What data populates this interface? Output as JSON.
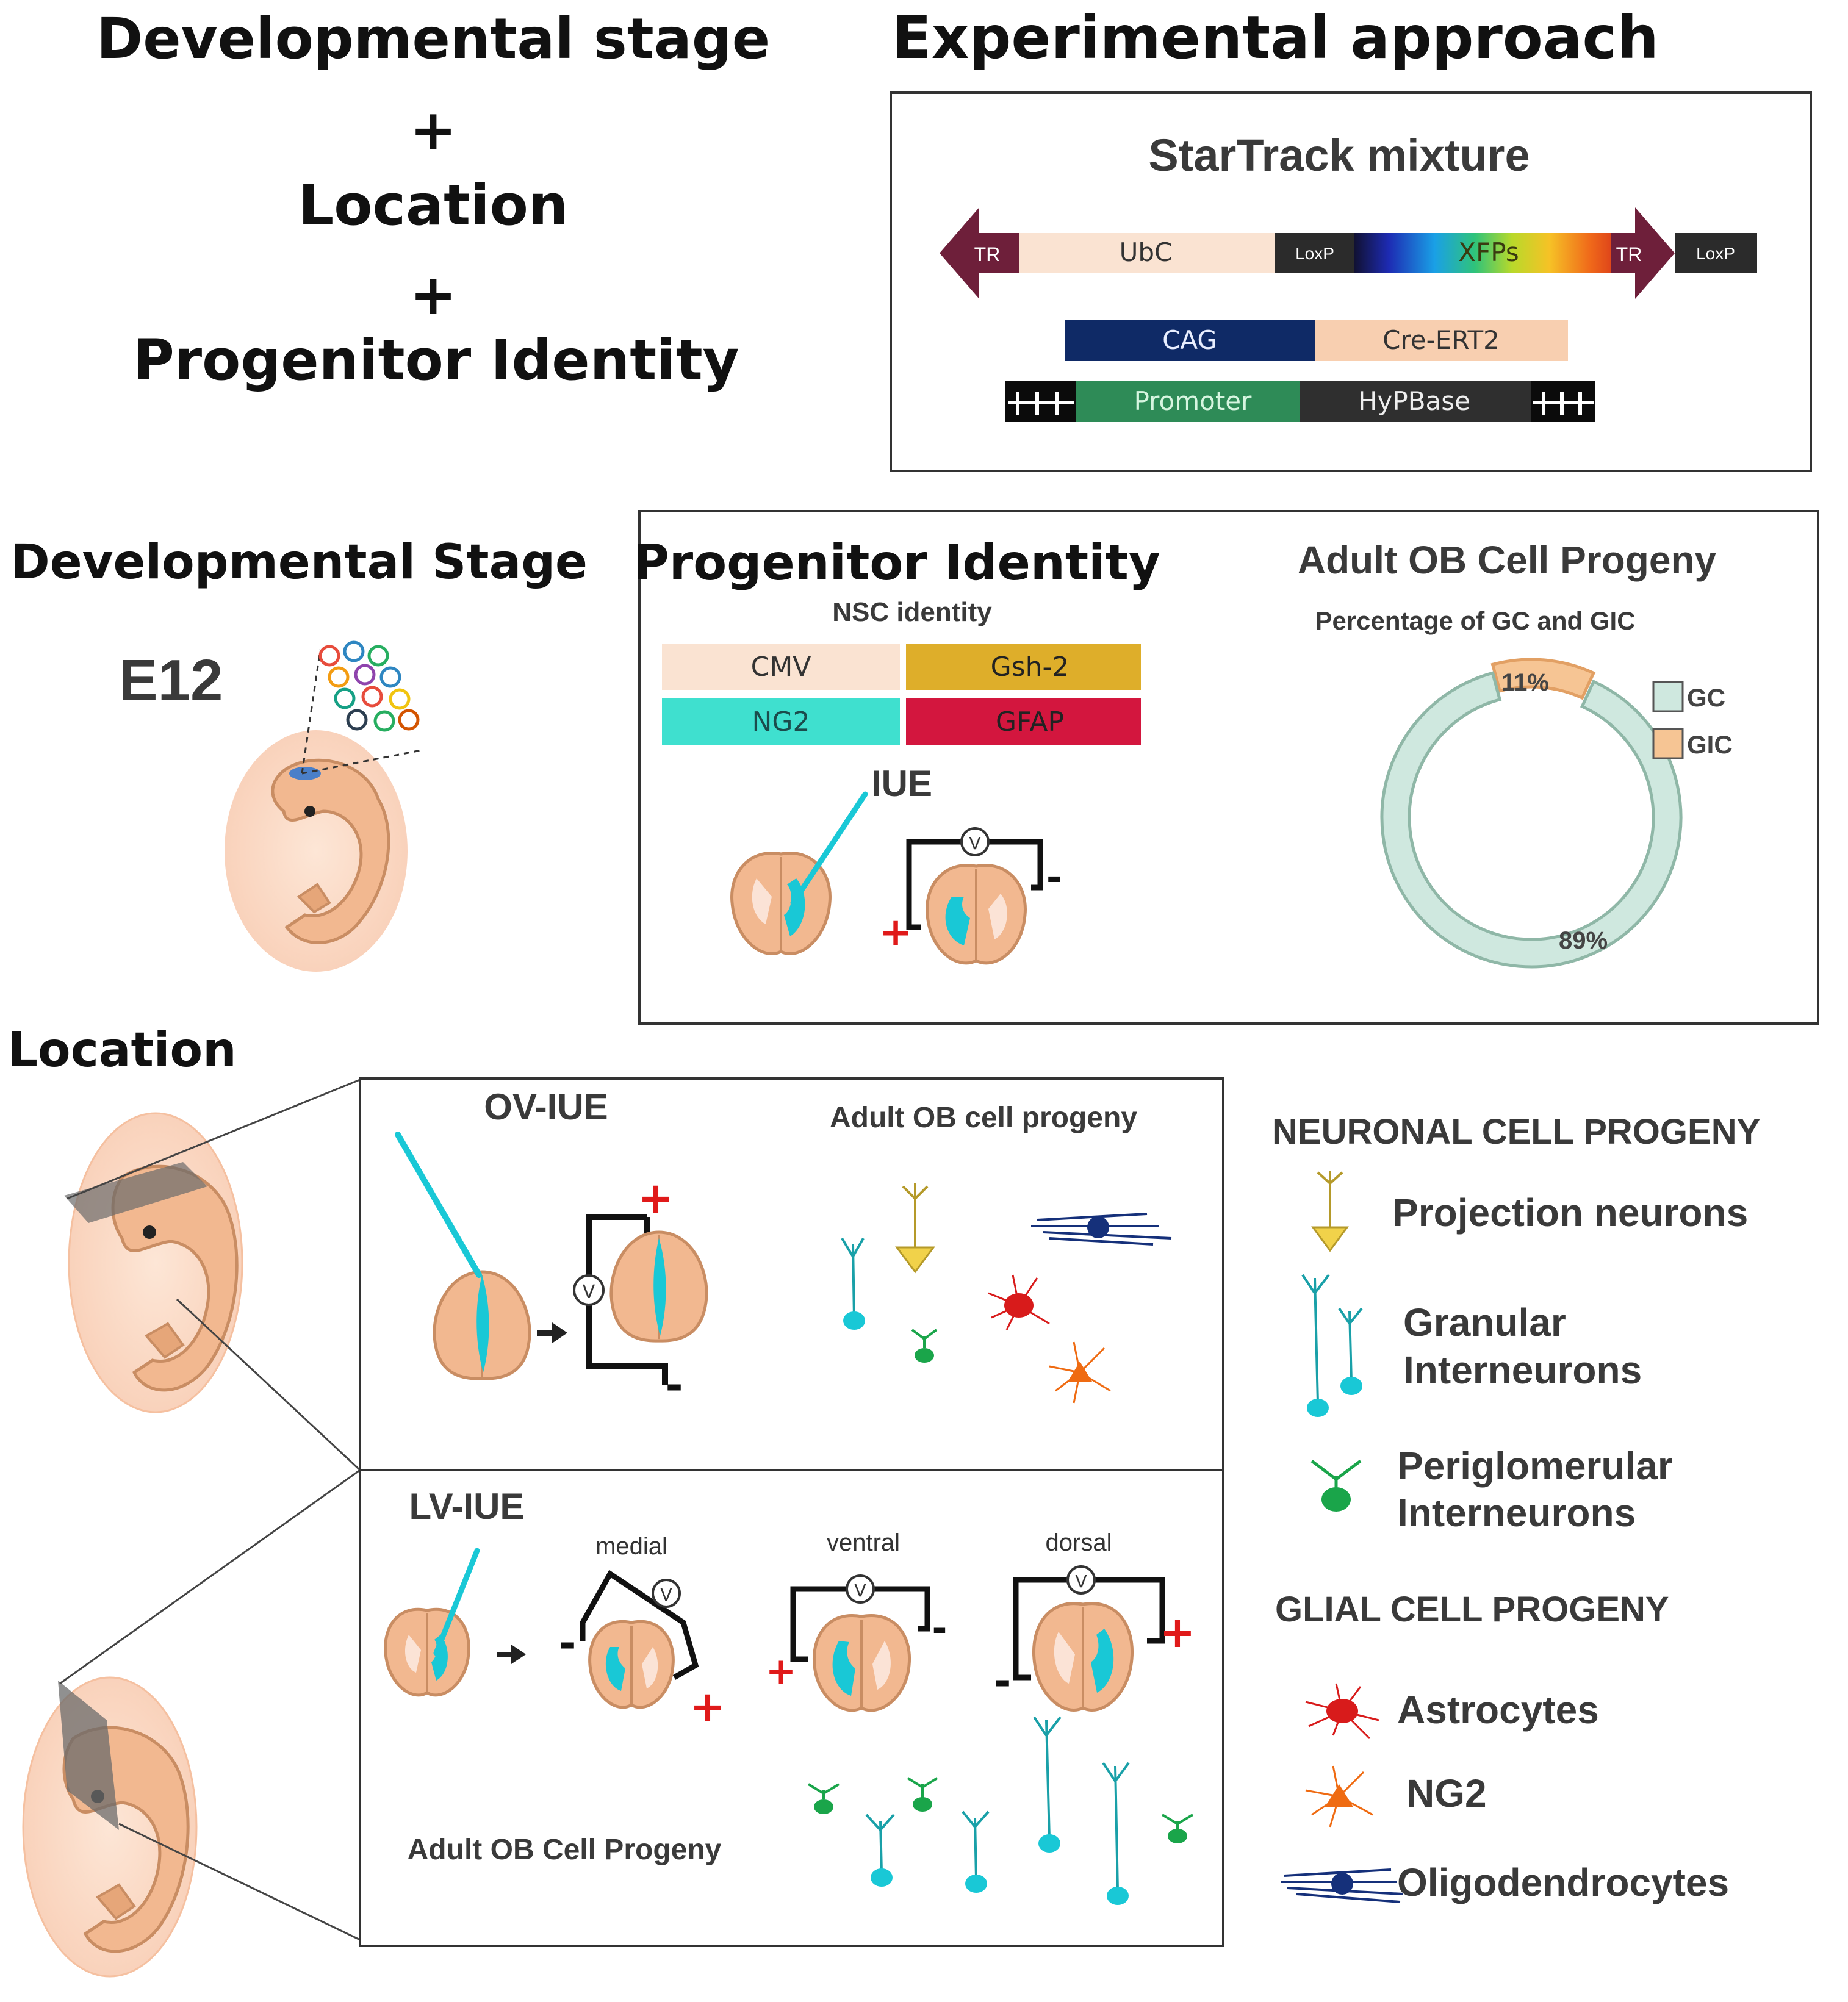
{
  "headline": {
    "line1": "Developmental stage",
    "plus1": "+",
    "line2": "Location",
    "plus2": "+",
    "line3": "Progenitor Identity"
  },
  "approach": {
    "title": "Experimental approach",
    "box_title": "StarTrack mixture",
    "construct1": {
      "tr_left": "TR",
      "ubc": "UbC",
      "loxp1": "LoxP",
      "xfps": "XFPs",
      "tr_right": "TR",
      "loxp2": "LoxP"
    },
    "construct2": {
      "cag": "CAG",
      "cre": "Cre-ERT2"
    },
    "construct3": {
      "promoter": "Promoter",
      "hypbase": "HyPBase"
    }
  },
  "dev_stage": {
    "title": "Developmental Stage",
    "stage": "E12"
  },
  "progenitor": {
    "title": "Progenitor Identity",
    "subtitle": "NSC identity",
    "promoters": [
      "CMV",
      "Gsh-2",
      "NG2",
      "GFAP"
    ],
    "iue_label": "IUE",
    "plus": "+",
    "minus": "-",
    "volt": "V"
  },
  "progeny_chart": {
    "title": "Adult OB Cell Progeny",
    "subtitle": "Percentage of GC and GIC",
    "label_gic": "11%",
    "label_gc": "89%",
    "legend": [
      "GC",
      "GIC"
    ]
  },
  "chart_data": {
    "type": "pie",
    "title": "Adult OB Cell Progeny",
    "subtitle": "Percentage of GC and GIC",
    "categories": [
      "GC",
      "GIC"
    ],
    "values": [
      89,
      11
    ],
    "colors": [
      "#cfe8df",
      "#f6c594"
    ]
  },
  "location": {
    "title": "Location",
    "ov": {
      "title": "OV-IUE",
      "progeny_title": "Adult OB cell progeny"
    },
    "lv": {
      "title": "LV-IUE",
      "medial": "medial",
      "ventral": "ventral",
      "dorsal": "dorsal",
      "progeny_title": "Adult OB Cell Progeny"
    },
    "plus": "+",
    "minus": "-",
    "volt": "V"
  },
  "legend": {
    "neuronal_title": "NEURONAL CELL PROGENY",
    "projection": "Projection neurons",
    "granular_1": "Granular",
    "granular_2": "Interneurons",
    "periglomerular_1": "Periglomerular",
    "periglomerular_2": "Interneurons",
    "glial_title": "GLIAL CELL PROGENY",
    "astrocytes": "Astrocytes",
    "ng2": "NG2",
    "oligodendrocytes": "Oligodendrocytes"
  },
  "colors": {
    "tr_arrow": "#6e1f3a",
    "ubc_fill": "#fae3d2",
    "loxp_fill": "#2b2b2b",
    "cag_fill": "#0f2a66",
    "cre_fill": "#f8cfb0",
    "promoter_fill": "#2e8b57",
    "hypbase_fill": "#2f2f2f",
    "cmv_fill": "#fae3d2",
    "gsh2_fill": "#deae2a",
    "ng2_fill": "#3fe0cf",
    "gfap_fill": "#d3163e",
    "brain_fill": "#f2b890",
    "cyan": "#19c8d6",
    "green": "#1aa54a",
    "yellow": "#f1d24a",
    "red": "#d81b1b",
    "orange": "#ef6b12",
    "navy": "#15307a"
  }
}
